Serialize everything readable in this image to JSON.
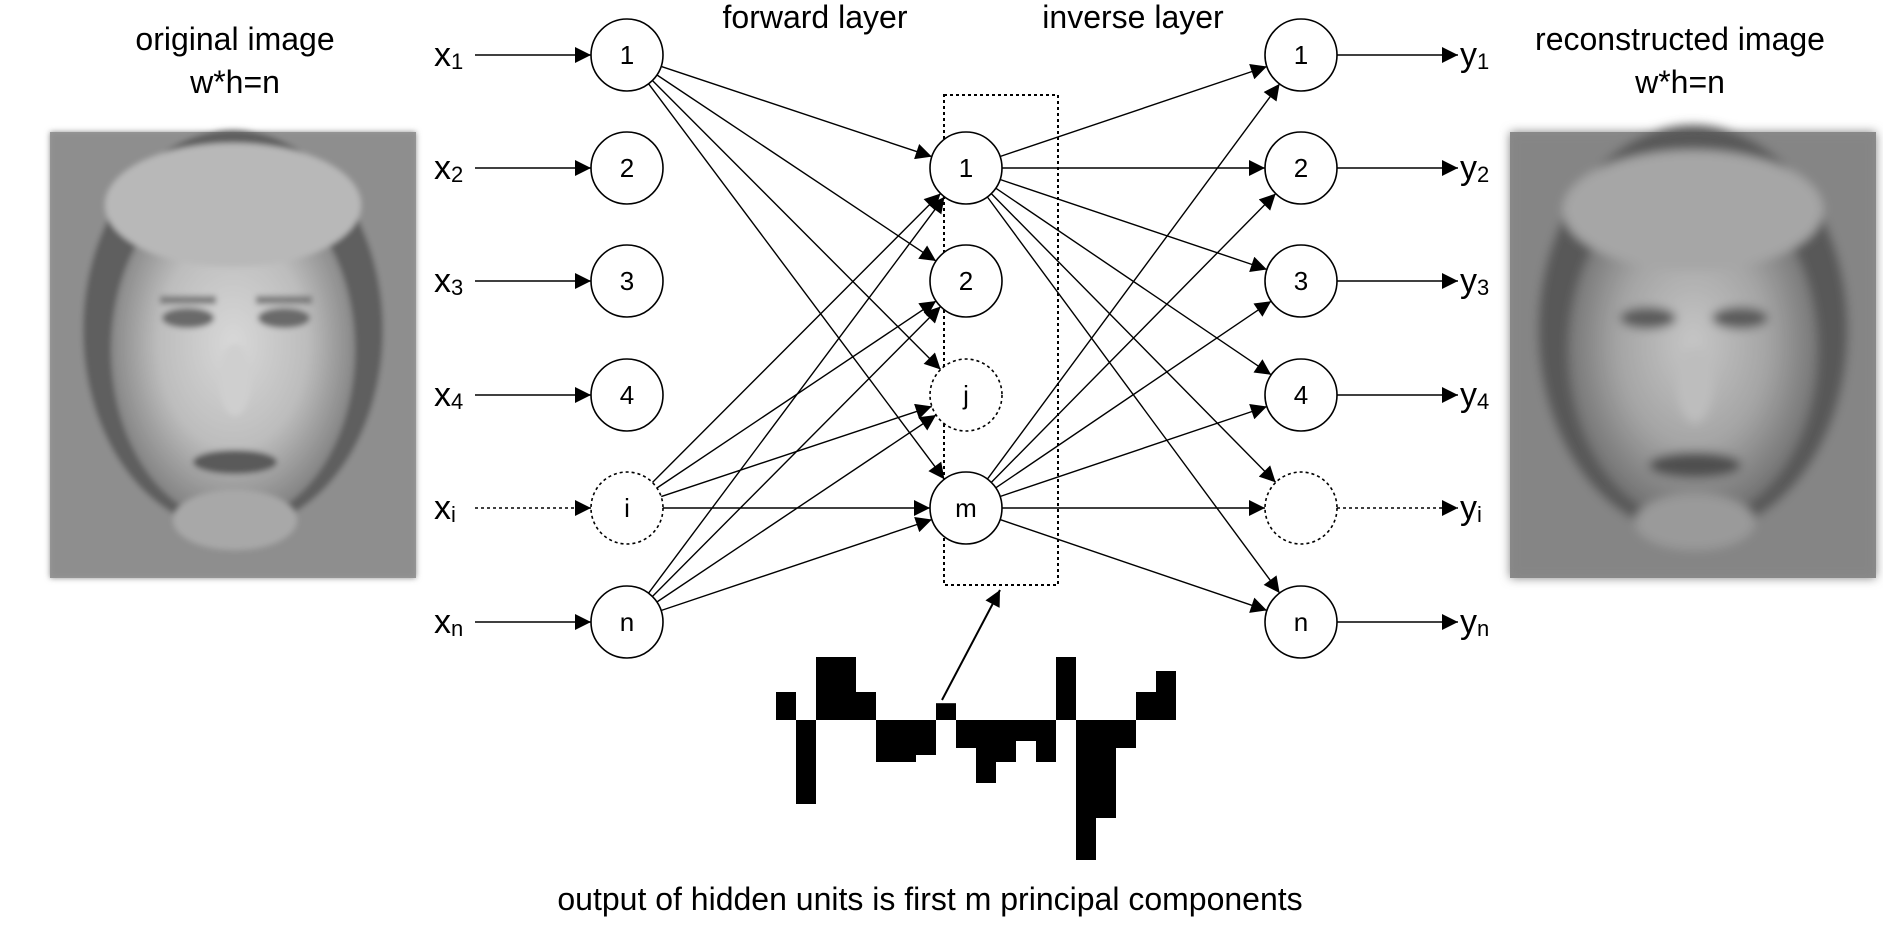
{
  "left_caption": {
    "line1": "original image",
    "line2": "w*h=n"
  },
  "right_caption": {
    "line1": "reconstructed image",
    "line2": "w*h=n"
  },
  "forward_caption": "forward layer",
  "inverse_caption": "inverse layer",
  "bottom_caption": "output of hidden units is first m principal components",
  "inputs": [
    {
      "base": "x",
      "sub": "1"
    },
    {
      "base": "x",
      "sub": "2"
    },
    {
      "base": "x",
      "sub": "3"
    },
    {
      "base": "x",
      "sub": "4"
    },
    {
      "base": "x",
      "sub": "i"
    },
    {
      "base": "x",
      "sub": "n"
    }
  ],
  "input_nodes": [
    "1",
    "2",
    "3",
    "4",
    "i",
    "n"
  ],
  "hidden_nodes": [
    "1",
    "2",
    "j",
    "m"
  ],
  "output_nodes": [
    "1",
    "2",
    "3",
    "4",
    "",
    "n"
  ],
  "outputs": [
    {
      "base": "y",
      "sub": "1"
    },
    {
      "base": "y",
      "sub": "2"
    },
    {
      "base": "y",
      "sub": "3"
    },
    {
      "base": "y",
      "sub": "4"
    },
    {
      "base": "y",
      "sub": "i"
    },
    {
      "base": "y",
      "sub": "n"
    }
  ],
  "hidden_activation_bars": [
    0.2,
    -0.6,
    0.45,
    0.45,
    0.2,
    -0.3,
    -0.3,
    -0.25,
    0.12,
    -0.2,
    -0.45,
    -0.3,
    -0.15,
    -0.3,
    0.45,
    -1.0,
    -0.7,
    -0.2,
    0.2,
    0.35
  ]
}
